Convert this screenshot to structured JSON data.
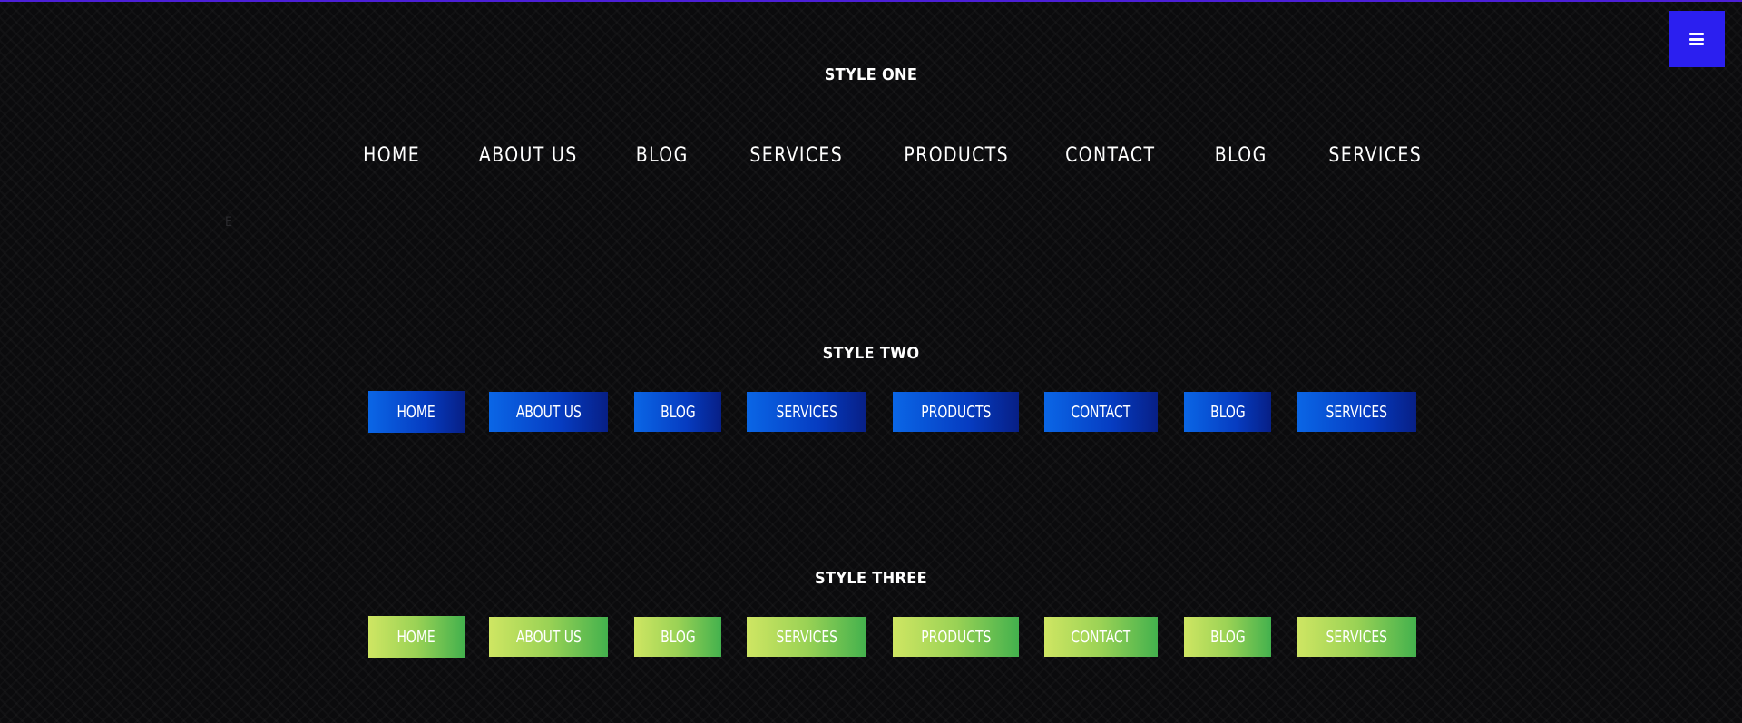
{
  "menu_toggle": {
    "icon": "hamburger-icon",
    "color": "#2b1ff0"
  },
  "ghost_text": "E",
  "styles": [
    {
      "title": "STYLE ONE",
      "items": [
        "HOME",
        "ABOUT US",
        "BLOG",
        "SERVICES",
        "PRODUCTS",
        "CONTACT",
        "BLOG",
        "SERVICES"
      ]
    },
    {
      "title": "STYLE TWO",
      "accent": "#063cc1",
      "items": [
        "HOME",
        "ABOUT US",
        "BLOG",
        "SERVICES",
        "PRODUCTS",
        "CONTACT",
        "BLOG",
        "SERVICES"
      ]
    },
    {
      "title": "STYLE THREE",
      "accent": "#7cc553",
      "items": [
        "HOME",
        "ABOUT US",
        "BLOG",
        "SERVICES",
        "PRODUCTS",
        "CONTACT",
        "BLOG",
        "SERVICES"
      ]
    }
  ]
}
